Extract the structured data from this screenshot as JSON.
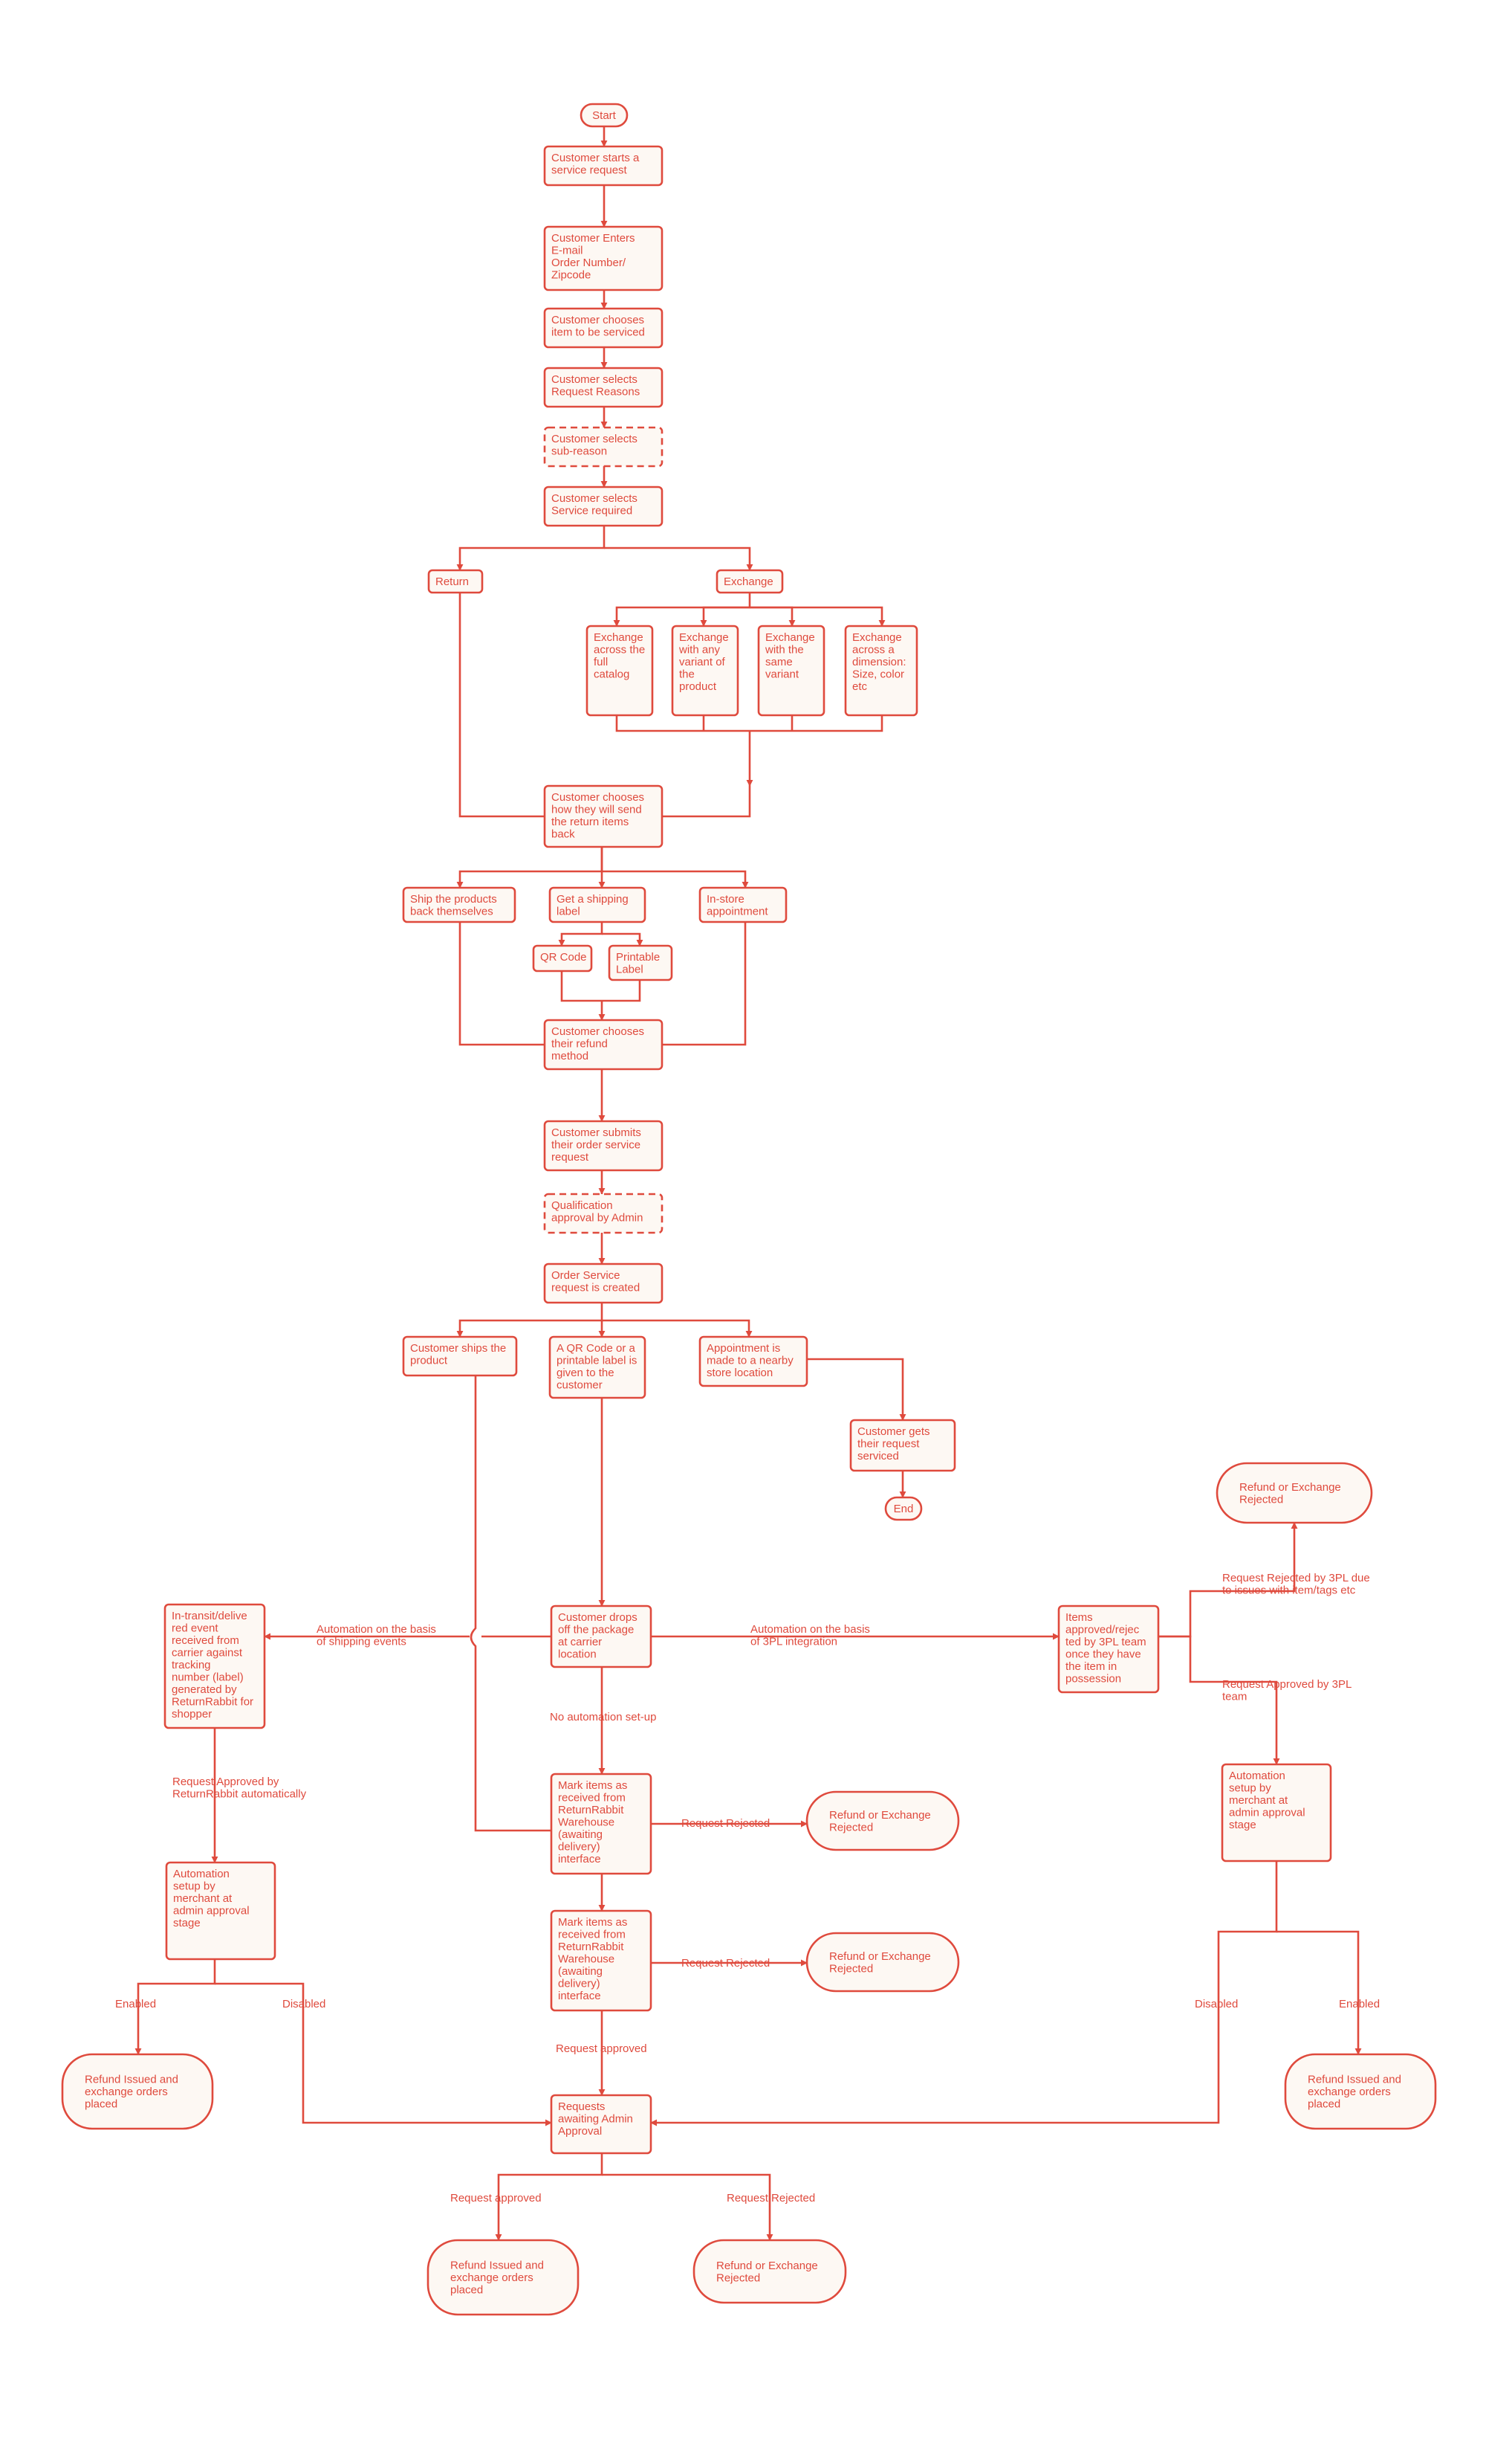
{
  "colors": {
    "stroke": "#df4a3d",
    "fill": "#fdf8f3",
    "text": "#df4a3d",
    "background": "#ffffff"
  },
  "nodes": {
    "start": [
      "Start"
    ],
    "starts": [
      "Customer starts a",
      "service request"
    ],
    "enters": [
      "Customer Enters",
      "E-mail",
      "Order Number/",
      "Zipcode"
    ],
    "item": [
      "Customer chooses",
      "item to be serviced"
    ],
    "reasons": [
      "Customer selects",
      "Request Reasons"
    ],
    "subreason": [
      "Customer selects",
      "sub-reason"
    ],
    "service": [
      "Customer selects",
      "Service required"
    ],
    "return": [
      "Return"
    ],
    "exchange": [
      "Exchange"
    ],
    "ex_catalog": [
      "Exchange",
      "across the",
      "full",
      "catalog"
    ],
    "ex_variant": [
      "Exchange",
      "with any",
      "variant of",
      "the",
      "product"
    ],
    "ex_same": [
      "Exchange",
      "with the",
      "same",
      "variant"
    ],
    "ex_dimension": [
      "Exchange",
      "across a",
      "dimension:",
      "Size, color",
      "etc"
    ],
    "send_back": [
      "Customer chooses",
      "how they will send",
      "the return items",
      "back"
    ],
    "ship_self": [
      "Ship the products",
      "back themselves"
    ],
    "shipping_label": [
      "Get a shipping",
      "label"
    ],
    "instore": [
      "In-store",
      "appointment"
    ],
    "qr": [
      "QR Code"
    ],
    "printable": [
      "Printable",
      "Label"
    ],
    "refund_method": [
      "Customer chooses",
      "their refund",
      "method"
    ],
    "submits": [
      "Customer submits",
      "their order service",
      "request"
    ],
    "qualification": [
      "Qualification",
      "approval by Admin"
    ],
    "created": [
      "Order Service",
      "request is created"
    ],
    "ships": [
      "Customer ships the",
      "product"
    ],
    "qr_given": [
      "A QR Code or a",
      "printable label is",
      "given to the",
      "customer"
    ],
    "appt": [
      "Appointment is",
      "made to a nearby",
      "store location"
    ],
    "serviced": [
      "Customer gets",
      "their request",
      "serviced"
    ],
    "end": [
      "End"
    ],
    "drops": [
      "Customer drops",
      "off the package",
      "at carrier",
      "location"
    ],
    "transit": [
      "In-transit/delive",
      "red event",
      "received from",
      "carrier against",
      "tracking",
      "number (label)",
      "generated by",
      "ReturnRabbit for",
      "shopper"
    ],
    "tpl": [
      "Items",
      "approved/rejec",
      "ted by 3PL team",
      "once they have",
      "the item in",
      "possession"
    ],
    "rej_top": [
      "Refund or Exchange",
      "Rejected"
    ],
    "mark1": [
      "Mark items as",
      "received from",
      "ReturnRabbit",
      "Warehouse",
      "(awaiting",
      "delivery)",
      "interface"
    ],
    "mark2": [
      "Mark items as",
      "received from",
      "ReturnRabbit",
      "Warehouse",
      "(awaiting",
      "delivery)",
      "interface"
    ],
    "rej_m1": [
      "Refund or Exchange",
      "Rejected"
    ],
    "rej_m2": [
      "Refund or Exchange",
      "Rejected"
    ],
    "auto_left": [
      "Automation",
      "setup by",
      "merchant at",
      "admin approval",
      "stage"
    ],
    "auto_right": [
      "Automation",
      "setup by",
      "merchant at",
      "admin approval",
      "stage"
    ],
    "refund_left": [
      "Refund Issued and",
      "exchange orders",
      "placed"
    ],
    "refund_right": [
      "Refund Issued and",
      "exchange orders",
      "placed"
    ],
    "awaiting": [
      "Requests",
      "awaiting Admin",
      "Approval"
    ],
    "refund_bottom": [
      "Refund Issued and",
      "exchange orders",
      "placed"
    ],
    "rej_bottom": [
      "Refund or Exchange",
      "Rejected"
    ]
  },
  "edge_labels": {
    "auto_shipping": [
      "Automation on the basis",
      "of shipping events"
    ],
    "auto_3pl": [
      "Automation on the basis",
      "of 3PL integration"
    ],
    "no_auto": [
      "No automation set-up"
    ],
    "rej_3pl": [
      "Request Rejected by 3PL due",
      "to issues with item/tags etc"
    ],
    "appr_3pl": [
      "Request Approved by 3PL",
      "team"
    ],
    "appr_rr": [
      "Request Approved by",
      "ReturnRabbit automatically"
    ],
    "req_rej_1": [
      "Request Rejected"
    ],
    "req_rej_2": [
      "Request Rejected"
    ],
    "req_appr_mid": [
      "Request approved"
    ],
    "enabled_left": [
      "Enabled"
    ],
    "disabled_left": [
      "Disabled"
    ],
    "disabled_right": [
      "Disabled"
    ],
    "enabled_right": [
      "Enabled"
    ],
    "req_appr_bottom": [
      "Request approved"
    ],
    "req_rej_bottom": [
      "Request Rejected"
    ]
  }
}
